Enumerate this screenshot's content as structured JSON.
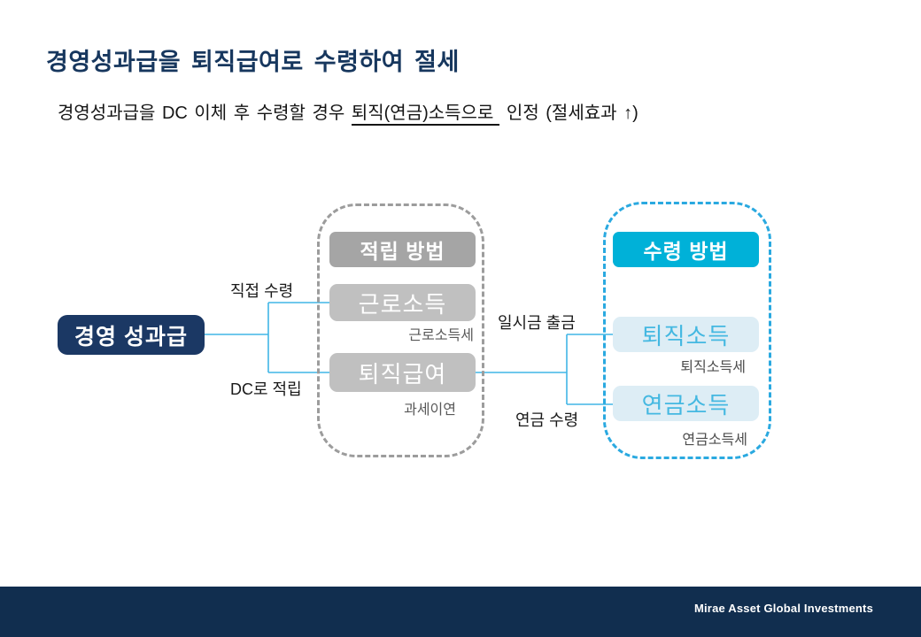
{
  "slide": {
    "title": "경영성과급을 퇴직급여로 수령하여 절세",
    "subtitle_prefix": "경영성과급을 DC 이체 후 수령할 경우 ",
    "subtitle_underlined": "퇴직(연금)소득으로",
    "subtitle_suffix": " 인정 (절세효과 ↑)"
  },
  "diagram": {
    "source_box_label": "경영 성과급",
    "flow_labels": {
      "direct_receipt": "직접 수령",
      "dc_deposit": "DC로 적립",
      "lump_sum_withdrawal": "일시금 출금",
      "pension_receipt": "연금 수령"
    },
    "accumulation_group": {
      "header": "적립 방법",
      "items": [
        {
          "label": "근로소득",
          "tax": "근로소득세"
        },
        {
          "label": "퇴직급여",
          "tax": "과세이연"
        }
      ]
    },
    "receipt_group": {
      "header": "수령 방법",
      "items": [
        {
          "label": "퇴직소득",
          "tax": "퇴직소득세"
        },
        {
          "label": "연금소득",
          "tax": "연금소득세"
        }
      ]
    }
  },
  "footer": {
    "brand": "Mirae Asset Global Investments"
  },
  "colors": {
    "title_navy": "#17375e",
    "source_box_navy": "#1b3864",
    "footer_navy": "#112e4f",
    "header_cyan": "#00b1d8",
    "dashed_blue": "#2aa9e0",
    "light_blue_box_bg": "#ddedf5",
    "light_blue_box_text": "#44b8e1",
    "connector_blue": "#41b6e6",
    "gray_header": "#a5a5a5",
    "gray_box": "#c0c0c0",
    "dashed_gray": "#9c9c9c",
    "tax_label_gray": "#595959"
  }
}
